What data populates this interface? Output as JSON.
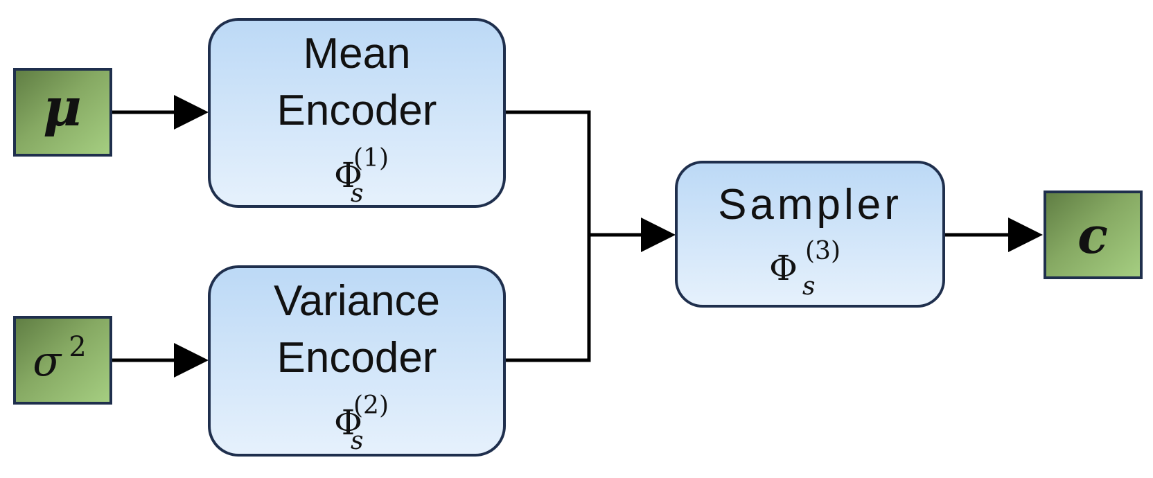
{
  "inputs": {
    "mu": {
      "symbol": "μ"
    },
    "sigma2": {
      "symbol": "σ",
      "superscript": "2"
    }
  },
  "output": {
    "symbol": "c"
  },
  "blocks": {
    "mean_encoder": {
      "line1": "Mean",
      "line2": "Encoder",
      "phi": "Φ",
      "subscript": "s",
      "superscript": "(1)"
    },
    "variance_encoder": {
      "line1": "Variance",
      "line2": "Encoder",
      "phi": "Φ",
      "subscript": "s",
      "superscript": "(2)"
    },
    "sampler": {
      "line1": "Sampler",
      "phi": "Φ",
      "subscript": "s",
      "superscript": "(3)"
    }
  },
  "colors": {
    "block_border": "#1f2f4d",
    "block_fill_top": "#bcd9f6",
    "block_fill_bottom": "#e6f1fc",
    "input_fill_dark": "#5f7d43",
    "input_fill_light": "#a6cf82",
    "arrow": "#000000"
  }
}
